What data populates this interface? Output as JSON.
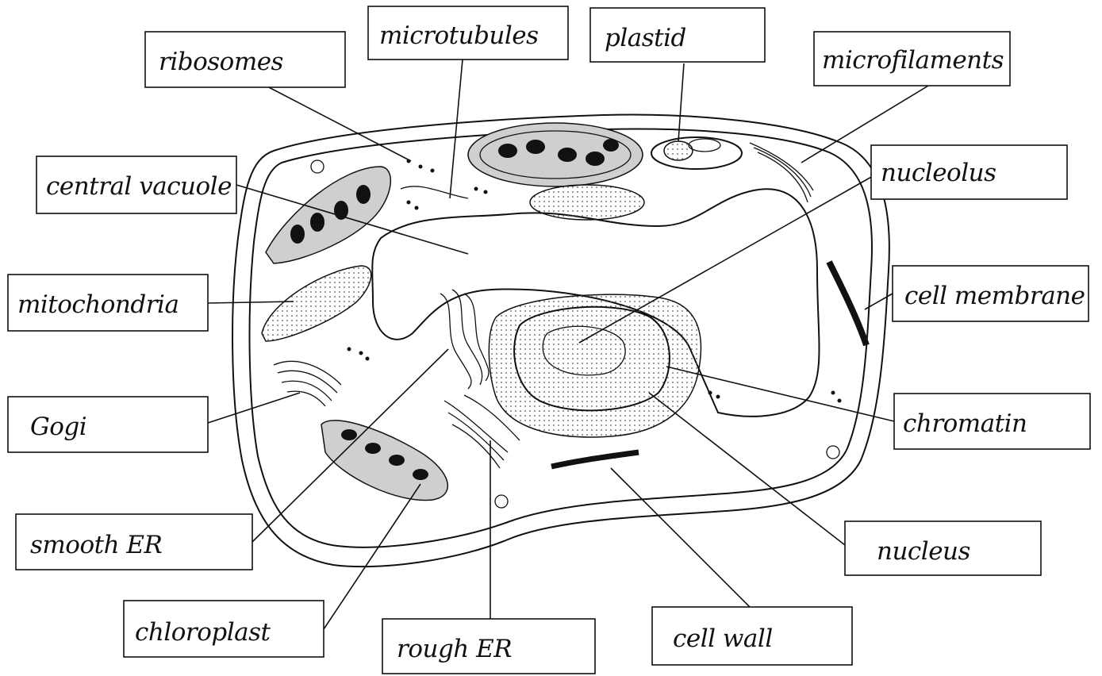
{
  "labels": {
    "ribosomes": "ribosomes",
    "microtubules": "microtubules",
    "plastid": "plastid",
    "microfilaments": "microfilaments",
    "central_vacuole": "central vacuole",
    "nucleolus": "nucleolus",
    "mitochondria": "mitochondria",
    "cell_membrane": "cell membrane",
    "golgi": "Gogi",
    "chromatin": "chromatin",
    "smooth_er": "smooth ER",
    "nucleus": "nucleus",
    "chloroplast": "chloroplast",
    "rough_er": "rough ER",
    "cell_wall": "cell wall"
  }
}
